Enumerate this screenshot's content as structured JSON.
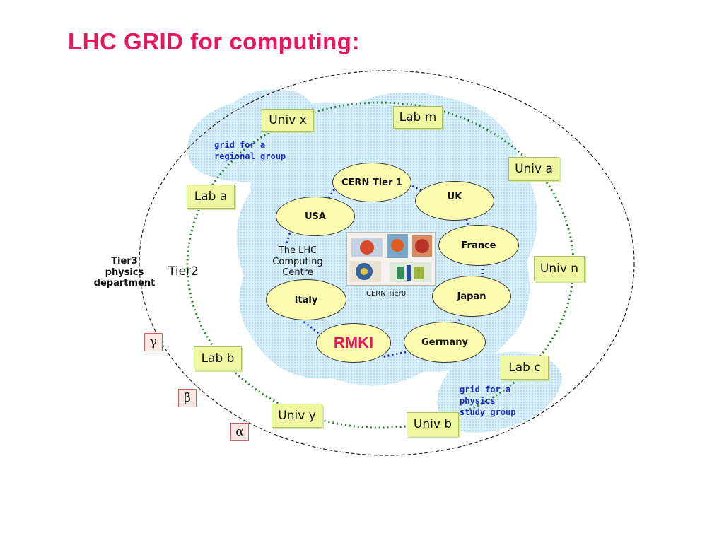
{
  "title": "LHC GRID for computing:",
  "outer_nodes": {
    "univ_x": "Univ x",
    "lab_m": "Lab m",
    "univ_a": "Univ a",
    "lab_a": "Lab a",
    "univ_n": "Univ n",
    "lab_b": "Lab b",
    "lab_c": "Lab c",
    "univ_y": "Univ y",
    "univ_b": "Univ b"
  },
  "tier1_nodes": {
    "cern_tier1": "CERN Tier 1",
    "uk": "UK",
    "usa": "USA",
    "france": "France",
    "italy": "Italy",
    "japan": "Japan",
    "rmki": "RMKI",
    "germany": "Germany"
  },
  "labels": {
    "regional_group": [
      "grid for a",
      "regional group"
    ],
    "study_group": [
      "grid for a",
      "physics",
      "study group"
    ],
    "tier3": [
      "Tier3",
      "physics",
      "department"
    ],
    "tier2": "Tier2",
    "computing_centre": [
      "The LHC",
      "Computing",
      "Centre"
    ],
    "cern_tier0": "CERN Tier0"
  },
  "greek": {
    "gamma": "γ",
    "beta": "β",
    "alpha": "α"
  },
  "colors": {
    "title": "#e8155f",
    "box_fill": "#eef7a0",
    "ellipse_fill": "#fbfbb0",
    "cloud": "#cde8f3",
    "blue_text": "#1a2ad0",
    "green_dots": "#2e7d32"
  }
}
